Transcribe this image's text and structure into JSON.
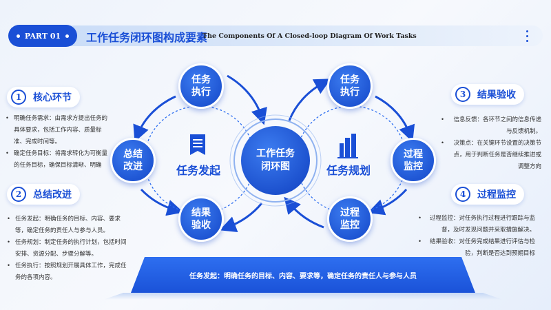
{
  "header": {
    "part": "PART 01",
    "title": "工作任务闭环图构成要素",
    "subtitle": "The Components Of A Closed-loop Diagram Of Work Tasks"
  },
  "sections": [
    {
      "num": "1",
      "title": "核心环节",
      "bullets": [
        "明确任务需求：由需求方提出任务的具体要求，包括工作内容、质量标准、完成时间等。",
        "确定任务目标：将需求转化为可衡量的任务目标，确保目标清晰、明确"
      ]
    },
    {
      "num": "2",
      "title": "总结改进",
      "bullets": [
        "任务发起：明确任务的目标、内容、要求等，确定任务的责任人与参与人员。",
        "任务规划：制定任务的执行计划，包括时间安排、资源分配、步骤分解等。",
        "任务执行：按照规划开展具体工作，完成任务的各项内容。"
      ]
    },
    {
      "num": "3",
      "title": "结果验收",
      "bullets": [
        "信息反馈：各环节之间的信息传递与反馈机制。",
        "决策点：在关键环节设置的决策节点，用于判断任务是否继续推进或调整方向"
      ]
    },
    {
      "num": "4",
      "title": "过程监控",
      "bullets": [
        "过程监控：对任务执行过程进行跟踪与监督，及时发现问题并采取措施解决。",
        "结果验收：对任务完成结果进行评估与检验，判断是否达到预期目标"
      ]
    }
  ],
  "diagram": {
    "center": "工作任务闭环图",
    "left_label": "任务发起",
    "right_label": "任务规划",
    "nodes": {
      "left_top": "任务执行",
      "left_mid": "总结改进",
      "left_bottom": "结果验收",
      "right_top": "任务执行",
      "right_mid": "过程监控",
      "right_bottom": "过程监控"
    }
  },
  "banner": "任务发起：明确任务的目标、内容、要求等，确定任务的责任人与参与人员",
  "colors": {
    "primary": "#1a4fd6",
    "accent": "#2e6ff0"
  }
}
